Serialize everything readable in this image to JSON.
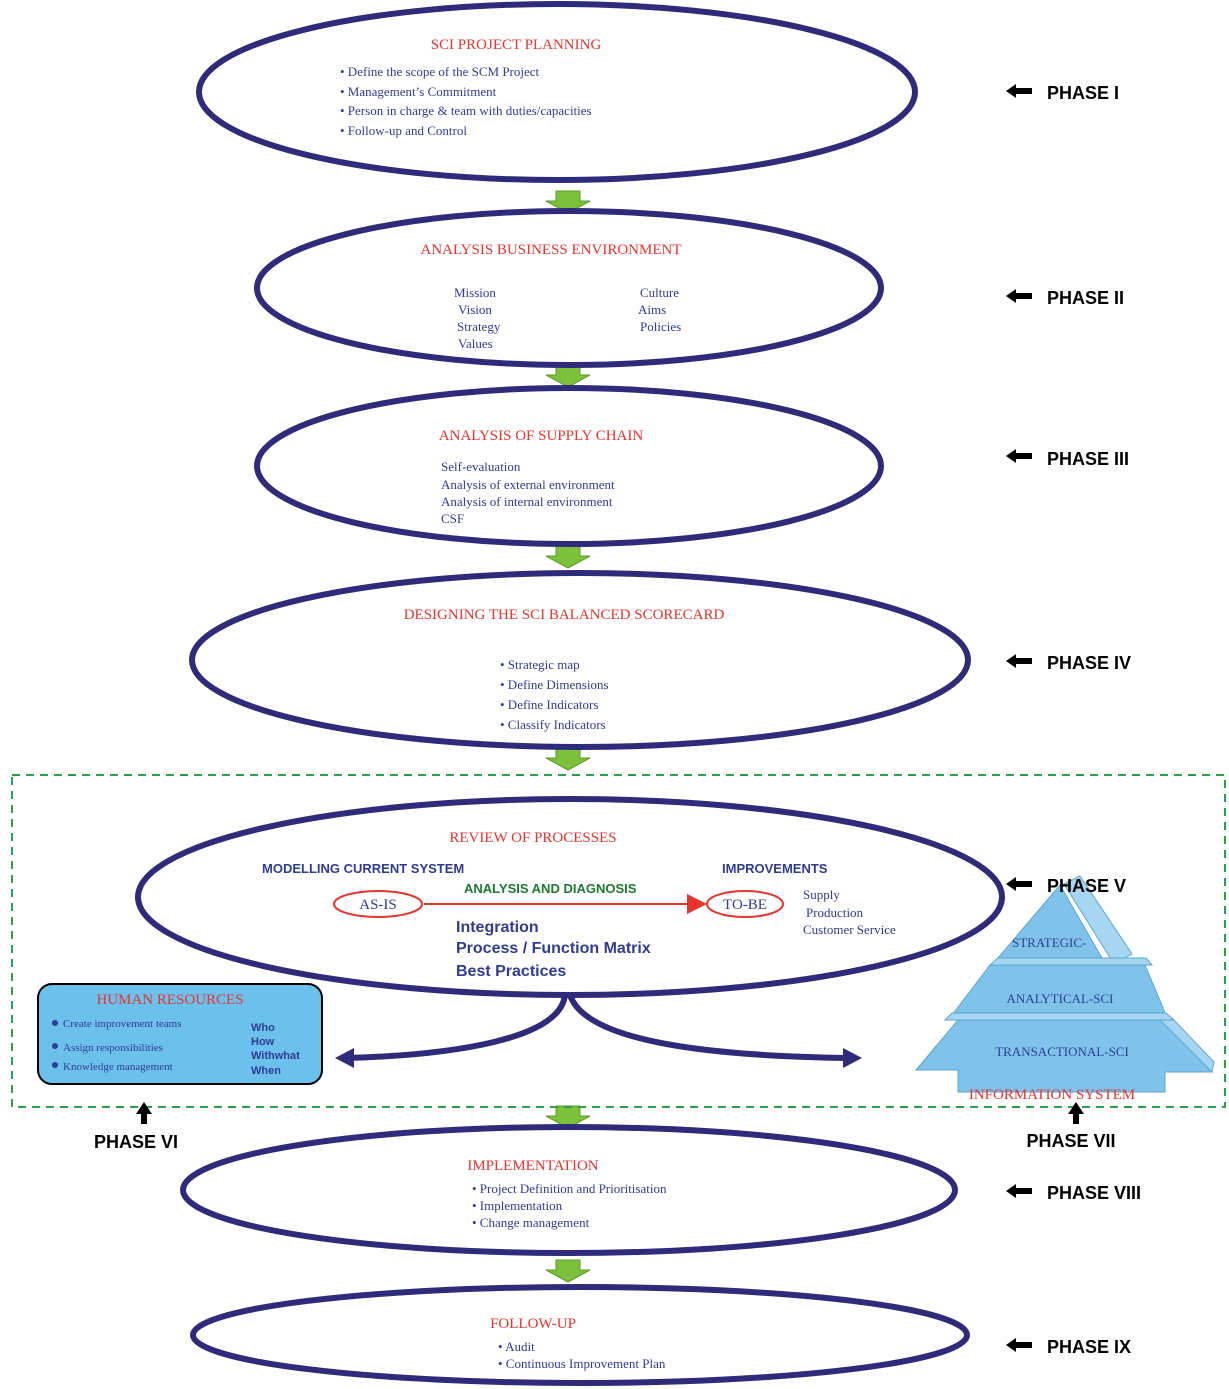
{
  "colors": {
    "ellipse_stroke": "#2e2c7a",
    "title": "#e8332d",
    "body_text": "#2f3c96",
    "arrow_green": "#7dc13a",
    "dashed_border": "#2aa24a",
    "box_fill": "#6cc0ec",
    "pyramid_fill": "#7fc3ea"
  },
  "phase1": {
    "title": "SCI PROJECT PLANNING",
    "items": [
      "• Define the scope of the SCM Project",
      "• Management’s Commitment",
      "• Person in charge & team with duties/capacities",
      "• Follow-up and Control"
    ],
    "phase": "PHASE I"
  },
  "phase2": {
    "title": "ANALYSIS BUSINESS ENVIRONMENT",
    "left": [
      "Mission",
      "Vision",
      "Strategy",
      "Values"
    ],
    "right": [
      "Culture",
      "Aims",
      "Policies"
    ],
    "phase": "PHASE II"
  },
  "phase3": {
    "title": "ANALYSIS OF SUPPLY CHAIN",
    "items": [
      "Self-evaluation",
      "Analysis of external environment",
      "Analysis of internal environment",
      "CSF"
    ],
    "phase": "PHASE III"
  },
  "phase4": {
    "title": "DESIGNING THE SCI BALANCED SCORECARD",
    "items": [
      "• Strategic map",
      "• Define Dimensions",
      "• Define Indicators",
      "• Classify Indicators"
    ],
    "phase": "PHASE IV"
  },
  "phase5": {
    "title": "REVIEW OF PROCESSES",
    "modelling": "MODELLING CURRENT SYSTEM",
    "improvements": "IMPROVEMENTS",
    "analysis": "ANALYSIS AND DIAGNOSIS",
    "as_is": "AS-IS",
    "to_be": "TO-BE",
    "targets": [
      "Supply",
      "Production",
      "Customer Service"
    ],
    "center": [
      "Integration",
      "Process / Function Matrix",
      "Best Practices"
    ],
    "phase": "PHASE V"
  },
  "phase6": {
    "title": "HUMAN RESOURCES",
    "items": [
      "Create improvement teams",
      "Assign responsibilities",
      "Knowledge management"
    ],
    "questions": [
      "Who",
      "How",
      "Withwhat",
      "When"
    ],
    "phase": "PHASE VI"
  },
  "phase7": {
    "levels": [
      "STRATEGIC-",
      "ANALYTICAL-SCI",
      "TRANSACTIONAL-SCI"
    ],
    "title": "INFORMATION SYSTEM",
    "phase": "PHASE VII"
  },
  "phase8": {
    "title": "IMPLEMENTATION",
    "items": [
      "• Project Definition and Prioritisation",
      "• Implementation",
      "• Change management"
    ],
    "phase": "PHASE VIII"
  },
  "phase9": {
    "title": "FOLLOW-UP",
    "items": [
      "• Audit",
      "• Continuous Improvement Plan"
    ],
    "phase": "PHASE IX"
  }
}
